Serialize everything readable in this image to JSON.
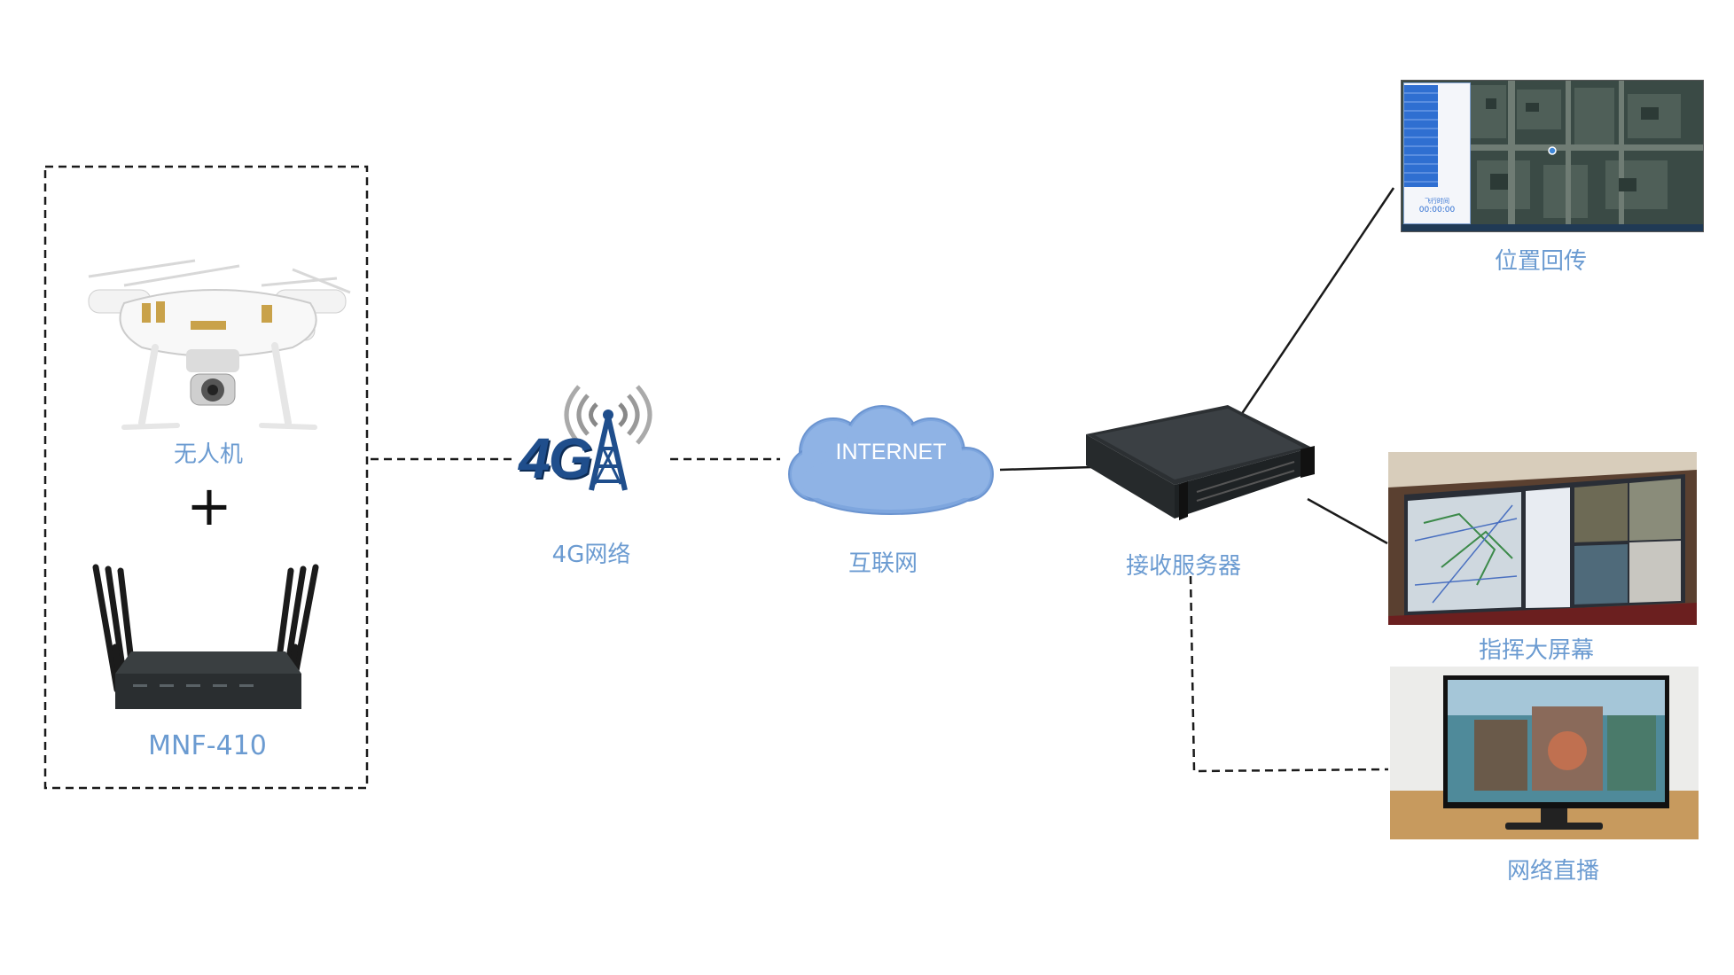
{
  "colors": {
    "label": "#6b9bd1",
    "connector": "#1a1a1a",
    "cloud_fill": "#7ea6de",
    "cloud_text": "#ffffff",
    "tower_blue": "#1f4e8c"
  },
  "device_group": {
    "drone": {
      "label": "无人机",
      "icon": "drone-icon"
    },
    "plus": "+",
    "router": {
      "label": "MNF-410",
      "icon": "router-icon"
    }
  },
  "network": {
    "tower_text": "4G",
    "label": "4G网络",
    "icon": "cell-tower-icon"
  },
  "internet": {
    "cloud_text": "INTERNET",
    "label": "互联网",
    "icon": "cloud-icon"
  },
  "server": {
    "label": "接收服务器",
    "icon": "server-icon"
  },
  "outputs": [
    {
      "label": "位置回传",
      "icon": "map-screen-icon"
    },
    {
      "label": "指挥大屏幕",
      "icon": "video-wall-icon"
    },
    {
      "label": "网络直播",
      "icon": "monitor-icon"
    }
  ],
  "map_panel": {
    "timer_label": "飞行时间",
    "timer_value": "00:00:00"
  }
}
